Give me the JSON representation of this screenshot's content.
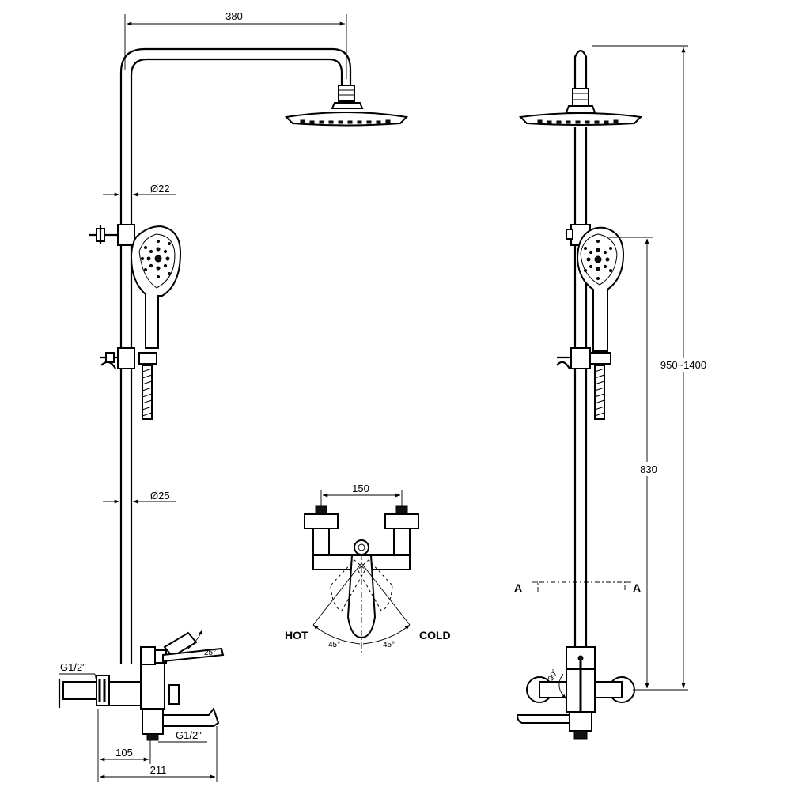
{
  "dimensions": {
    "arm_length": "380",
    "pipe_upper_dia": "Ø22",
    "pipe_lower_dia": "Ø25",
    "inlet_spacing": "150",
    "inlet_thread_left": "G1/2\"",
    "outlet_thread": "G1/2\"",
    "wall_to_pipe": "105",
    "wall_to_spout": "211",
    "lever_angle_side": "25°",
    "lever_angle_front": "90°",
    "total_height": "950~1400",
    "slide_height": "830"
  },
  "lever_detail": {
    "hot_label": "HOT",
    "cold_label": "COLD",
    "hot_angle": "45°",
    "cold_angle": "45°"
  },
  "section": {
    "marker_left": "A",
    "marker_right": "A"
  }
}
